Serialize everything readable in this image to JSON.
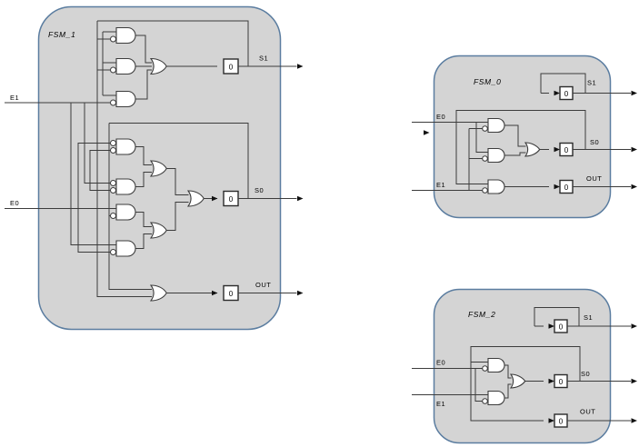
{
  "fsm1": {
    "title": "FSM_1",
    "input_e1": "E1",
    "input_e0": "E0",
    "output_s1": "S1",
    "output_s0": "S0",
    "output_out": "OUT",
    "reg_s1": "0",
    "reg_s0": "0",
    "reg_out": "0"
  },
  "fsm0": {
    "title": "FSM_0",
    "input_e0": "E0",
    "input_e1": "E1",
    "output_s1": "S1",
    "output_s0": "S0",
    "output_out": "OUT",
    "reg_s1": "0",
    "reg_s0": "0",
    "reg_out": "0"
  },
  "fsm2": {
    "title": "FSM_2",
    "input_e0": "E0",
    "input_e1": "E1",
    "output_s1": "S1",
    "output_s0": "S0",
    "output_out": "OUT",
    "reg_s1": "0",
    "reg_s0": "0",
    "reg_out": "0"
  },
  "colors": {
    "background": "#ffffff",
    "block_fill": "#d4d4d4",
    "block_border": "#5b7da0",
    "wire": "#3c3c3c",
    "gate_fill": "#ffffff",
    "register_border": "#2b2b2b",
    "text": "#000000"
  }
}
